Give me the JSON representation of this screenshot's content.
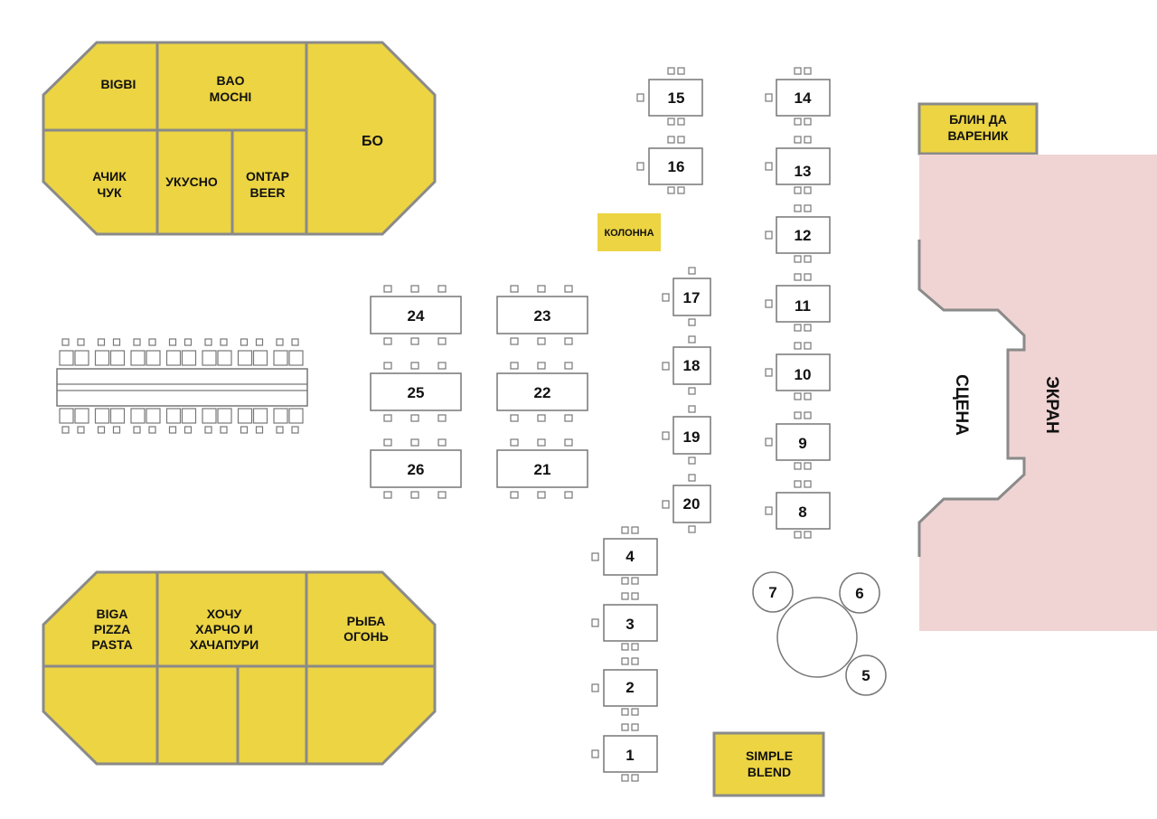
{
  "zones": {
    "bigbi": "BIGBI",
    "bao_mochi": [
      "BAO",
      "MOCHI"
    ],
    "bo": "БО",
    "achik_chuk": [
      "АЧИК",
      "ЧУК"
    ],
    "ukusno": "УКУСНО",
    "ontap_beer": [
      "ONTAP",
      "BEER"
    ],
    "biga_pizza_pasta": [
      "BIGA",
      "PIZZA",
      "PASTA"
    ],
    "hochu_harcho": [
      "ХОЧУ",
      "ХАРЧО И",
      "ХАЧАПУРИ"
    ],
    "ryba_ogon": [
      "РЫБА",
      "ОГОНЬ"
    ],
    "blin_da_varenik": [
      "БЛИН ДА",
      "ВАРЕНИК"
    ],
    "simple_blend": [
      "SIMPLE",
      "BLEND"
    ],
    "kolonna": "КОЛОННА"
  },
  "stage": {
    "scene_label": "СЦЕНА",
    "screen_label": "ЭКРАН"
  },
  "tables": {
    "t1": "1",
    "t2": "2",
    "t3": "3",
    "t4": "4",
    "t5": "5",
    "t6": "6",
    "t7": "7",
    "t8": "8",
    "t9": "9",
    "t10": "10",
    "t11": "11",
    "t12": "12",
    "t13": "13",
    "t14": "14",
    "t15": "15",
    "t16": "16",
    "t17": "17",
    "t18": "18",
    "t19": "19",
    "t20": "20",
    "t21": "21",
    "t22": "22",
    "t23": "23",
    "t24": "24",
    "t25": "25",
    "t26": "26"
  },
  "colors": {
    "zone_fill": "#ecd443",
    "zone_border": "#8a8a8a",
    "stage_fill": "#f0d3d3",
    "table_border": "#777777"
  }
}
